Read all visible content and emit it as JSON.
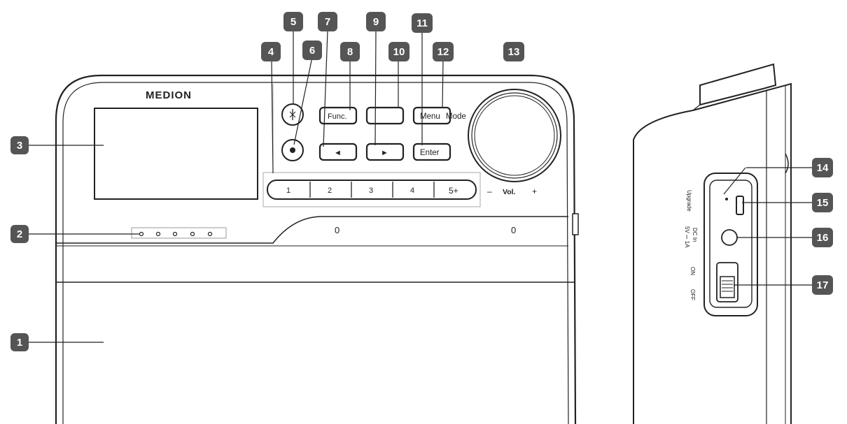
{
  "brand": "MEDION",
  "buttons": {
    "func": "Func.",
    "menu": "Menu",
    "mode": "Mode",
    "enter": "Enter",
    "left_arrow": "◄",
    "right_arrow": "►"
  },
  "presets": [
    "1",
    "2",
    "3",
    "4",
    "5+"
  ],
  "volume": {
    "minus": "–",
    "label": "Vol.",
    "plus": "+"
  },
  "front_markings": [
    "0",
    "0"
  ],
  "side_labels": {
    "upgrade": "Upgrade",
    "dc_in": "DC In",
    "dc_spec": "5V ⎓ 1A",
    "on": "ON",
    "off": "OFF"
  },
  "callouts": [
    "1",
    "2",
    "3",
    "4",
    "5",
    "6",
    "7",
    "8",
    "9",
    "10",
    "11",
    "12",
    "13",
    "14",
    "15",
    "16",
    "17"
  ],
  "colors": {
    "callout_fill": "#555555",
    "line": "#222222",
    "background": "#ffffff"
  }
}
